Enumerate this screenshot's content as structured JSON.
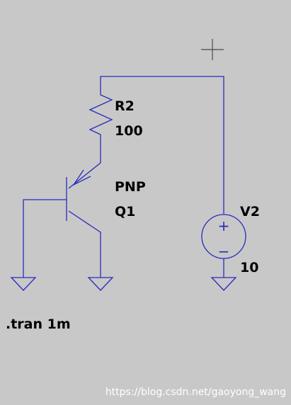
{
  "colors": {
    "background": "#c8c8c8",
    "wire": "#2a2ac0",
    "label": "#000000",
    "watermark": "#ffffff"
  },
  "components": {
    "resistor": {
      "name": "R2",
      "value": "100"
    },
    "transistor": {
      "type": "PNP",
      "name": "Q1"
    },
    "source": {
      "name": "V2",
      "value": "10",
      "plus": "+",
      "minus": "−"
    }
  },
  "directive": ".tran 1m",
  "watermark": "https://blog.csdn.net/gaoyong_wang"
}
